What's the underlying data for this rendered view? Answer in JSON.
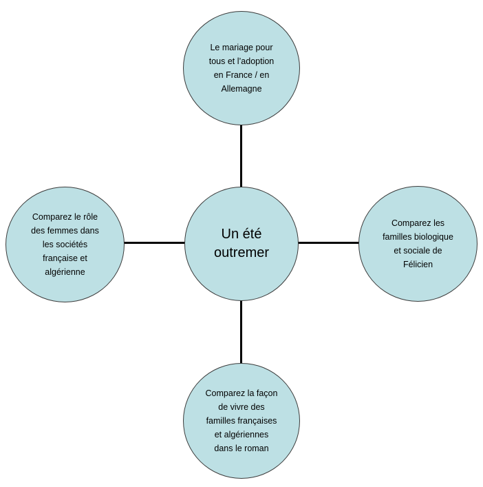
{
  "diagram": {
    "center": {
      "label": "Un été\noutremer"
    },
    "nodes": {
      "top": {
        "label": "Le mariage pour\ntous et l’adoption\nen France /  en\nAllemagne"
      },
      "left": {
        "label": "Comparez le rôle\ndes femmes dans\nles sociétés\nfrançaise et\nalgérienne"
      },
      "right": {
        "label": "Comparez les\nfamilles biologique\net sociale de\nFélicien"
      },
      "bottom": {
        "label": "Comparez la façon\nde vivre des\nfamilles françaises\net algériennes\ndans le roman"
      }
    },
    "colors": {
      "node_fill": "#bde0e4",
      "node_border": "#3a3a3a",
      "connector": "#000000"
    }
  }
}
